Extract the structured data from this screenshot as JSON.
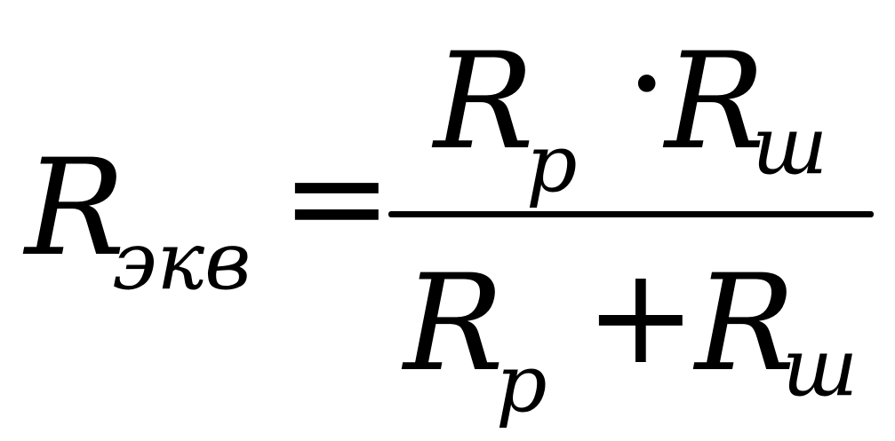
{
  "formula": {
    "lhs": {
      "symbol": "R",
      "subscript": "экв"
    },
    "equals": "=",
    "numerator": {
      "term1": {
        "symbol": "R",
        "subscript": "p"
      },
      "operator": "·",
      "term2": {
        "symbol": "R",
        "subscript": "ш"
      }
    },
    "denominator": {
      "term1": {
        "symbol": "R",
        "subscript": "p"
      },
      "operator": "+",
      "term2": {
        "symbol": "R",
        "subscript": "ш"
      }
    }
  }
}
